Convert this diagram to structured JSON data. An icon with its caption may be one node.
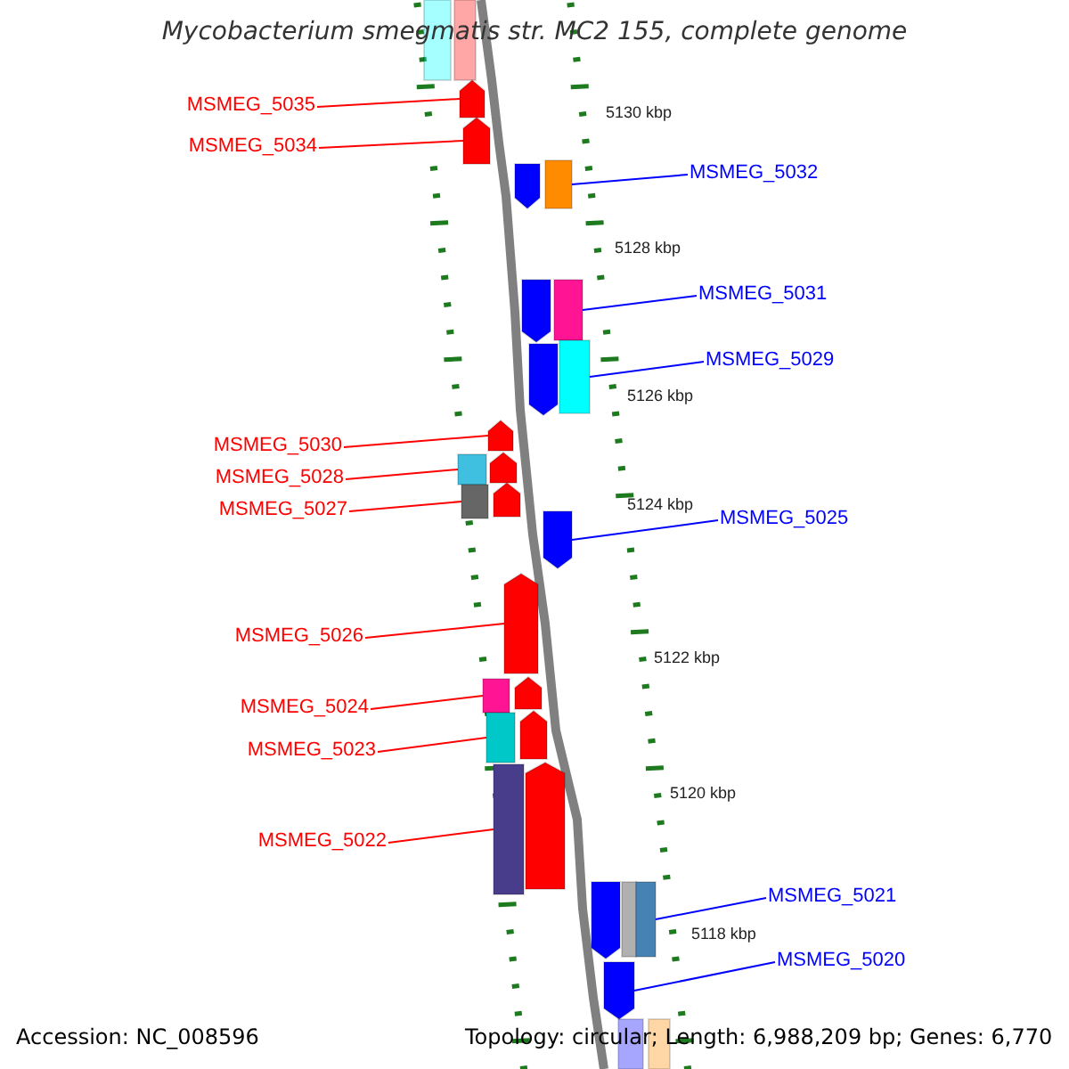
{
  "diagram": {
    "title": "Mycobacterium smegmatis str. MC2 155, complete genome",
    "nodes": [
      {
        "text": [
          "MSMEG_5035"
        ]
      },
      {
        "text": [
          "MSMEG_5034"
        ]
      },
      {
        "text": [
          "MSMEG_5032"
        ]
      },
      {
        "text": [
          "MSMEG_5031"
        ]
      },
      {
        "text": [
          "MSMEG_5029"
        ]
      },
      {
        "text": [
          "MSMEG_5030"
        ]
      },
      {
        "text": [
          "MSMEG_5028"
        ]
      },
      {
        "text": [
          "MSMEG_5027"
        ]
      },
      {
        "text": [
          "MSMEG_5025"
        ]
      },
      {
        "text": [
          "MSMEG_5026"
        ]
      },
      {
        "text": [
          "MSMEG_5024"
        ]
      },
      {
        "text": [
          "MSMEG_5023"
        ]
      },
      {
        "text": [
          "MSMEG_5022"
        ]
      },
      {
        "text": [
          "MSMEG_5021"
        ]
      },
      {
        "text": [
          "MSMEG_5020"
        ]
      },
      {
        "text": [],
        "shape": "bar"
      },
      {
        "text": [],
        "shape": "bar"
      },
      {
        "text": [],
        "shape": "bar"
      },
      {
        "text": [],
        "shape": "bar"
      },
      {
        "text": [],
        "shape": "bar"
      },
      {
        "text": [],
        "shape": "bar"
      },
      {
        "text": [],
        "shape": "bar"
      },
      {
        "text": [],
        "shape": "bar"
      },
      {
        "text": [],
        "shape": "bar"
      },
      {
        "text": [],
        "shape": "bar"
      },
      {
        "text": [],
        "shape": "bar"
      },
      {
        "text": [],
        "shape": "bar"
      },
      {
        "text": [],
        "shape": "bar"
      },
      {
        "text": [],
        "shape": "bar"
      },
      {
        "text": [],
        "shape": "bar"
      },
      {
        "text": [],
        "shape": "bar"
      },
      {
        "text": [],
        "shape": "bar"
      },
      {
        "text": [],
        "shape": "bar"
      },
      {
        "text": [],
        "shape": "bar"
      },
      {
        "text": [],
        "shape": "bar"
      },
      {
        "text": [],
        "shape": "bar"
      },
      {
        "text": [],
        "shape": "bar"
      },
      {
        "text": [],
        "shape": "bar"
      },
      {
        "text": [],
        "shape": "bar"
      },
      {
        "text": [],
        "shape": "bar"
      },
      {
        "text": [],
        "shape": "bar"
      },
      {
        "text": [],
        "shape": "bar"
      },
      {
        "text": [],
        "shape": "bar"
      },
      {
        "text": [],
        "shape": "bar"
      }
    ],
    "edges": [
      {
        "from": 0,
        "to": 17,
        "arrow": "none"
      },
      {
        "from": 1,
        "to": 18,
        "arrow": "none"
      },
      {
        "from": 2,
        "to": 19,
        "arrow": "none",
        "color": "#0000ff"
      },
      {
        "from": 3,
        "to": 22,
        "arrow": "none",
        "color": "#0000ff"
      },
      {
        "from": 4,
        "to": 23,
        "arrow": "none",
        "color": "#0000ff"
      },
      {
        "from": 5,
        "to": 25,
        "arrow": "none"
      },
      {
        "from": 6,
        "to": 27,
        "arrow": "none"
      },
      {
        "from": 7,
        "to": 29,
        "arrow": "none"
      },
      {
        "from": 8,
        "to": 30,
        "arrow": "none",
        "color": "#0000ff"
      },
      {
        "from": 9,
        "to": 31,
        "arrow": "none"
      },
      {
        "from": 10,
        "to": 33,
        "arrow": "none"
      },
      {
        "from": 11,
        "to": 35,
        "arrow": "none"
      },
      {
        "from": 12,
        "to": 37,
        "arrow": "none"
      },
      {
        "from": 13,
        "to": 40,
        "arrow": "none",
        "color": "#0000ff"
      },
      {
        "from": 14,
        "to": 41,
        "arrow": "none",
        "color": "#0000ff"
      }
    ],
    "labels": [
      "5130 kbp",
      "5128 kbp",
      "5126 kbp",
      "5124 kbp",
      "5122 kbp",
      "5120 kbp",
      "5118 kbp",
      "Accession: NC_008596",
      "Topology: circular; Length: 6,988,209 bp; Genes: 6,770"
    ]
  }
}
